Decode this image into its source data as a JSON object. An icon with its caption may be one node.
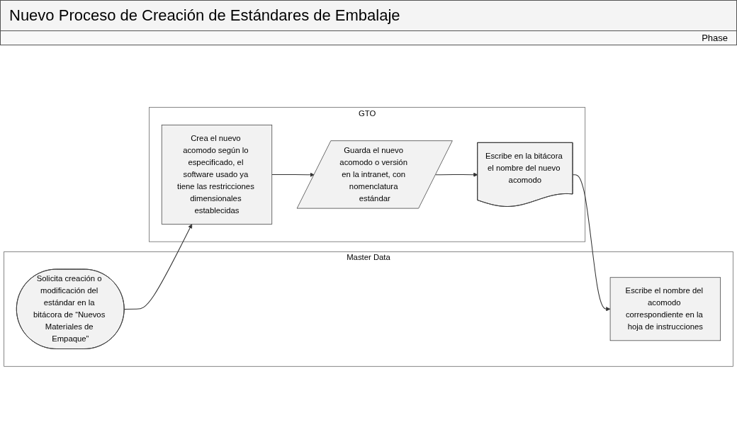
{
  "diagram": {
    "title": "Nuevo Proceso de Creación de Estándares de Embalaje",
    "nodes": [
      {
        "text": [
          "Master Data"
        ]
      },
      {
        "text": [
          "Solicita creación o modificación del estándar en la bitácora de “Nuevos Materiales de Empaque”"
        ],
        "in": 0
      },
      {
        "text": [
          "Escribe el nombre del acomodo correspondiente en la hoja de instrucciones"
        ],
        "in": 0
      },
      {
        "text": [
          "GTO"
        ]
      },
      {
        "text": [
          "Crea el nuevo acomodo según lo especificado, el software usado ya tiene las restricciones dimensionales establecidas"
        ],
        "in": 3
      },
      {
        "text": [
          "Guarda el nuevo acomodo o versión en la intranet, con nomenclatura estándar"
        ],
        "in": 3
      },
      {
        "text": [
          "Escribe en la bitácora el nombre del nuevo acomodo"
        ],
        "in": 3
      }
    ],
    "edges": [
      {
        "from": 1,
        "to": 4,
        "arrow": "to"
      },
      {
        "from": 4,
        "to": 5,
        "arrow": "to"
      },
      {
        "from": 5,
        "to": 6,
        "arrow": "to"
      },
      {
        "from": 6,
        "to": 2,
        "arrow": "to"
      }
    ],
    "labels": [
      "Phase"
    ]
  }
}
